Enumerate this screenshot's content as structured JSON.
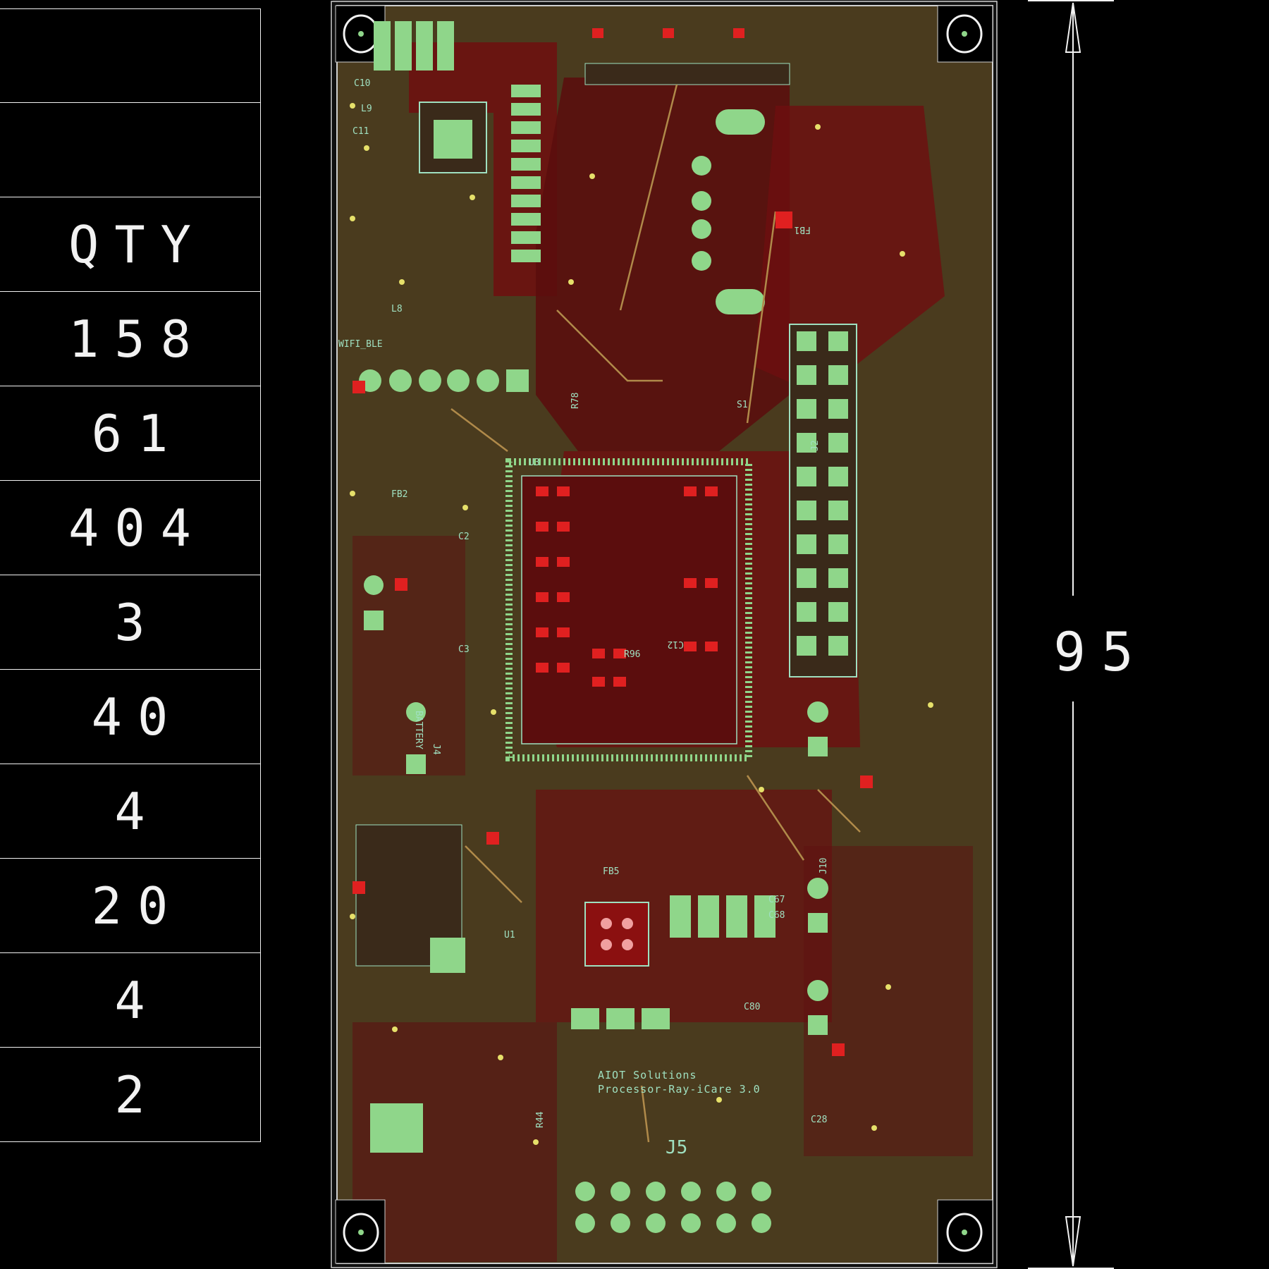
{
  "table": {
    "rows": [
      "",
      "",
      "QTY",
      "158",
      "61",
      "404",
      "3",
      "40",
      "4",
      "20",
      "4",
      "2"
    ]
  },
  "dimension": {
    "value": "95"
  },
  "board": {
    "company": "AIOT Solutions",
    "product": "Processor-Ray-iCare 3.0",
    "labels": [
      "WIFI_BLE",
      "BATTERY",
      "J5",
      "J4",
      "L8",
      "L9",
      "FB1",
      "FB2",
      "FB5",
      "C2",
      "C3",
      "C10",
      "C11",
      "C12",
      "S1",
      "U1",
      "U3",
      "R78",
      "J2",
      "J10",
      "R96",
      "C67",
      "C68",
      "C80",
      "C28",
      "R44"
    ],
    "colors": {
      "substrate": "#4a3b1e",
      "copper_top": "#6e0f0f",
      "pad_green": "#8fd68a",
      "pad_red": "#e02020",
      "silkscreen": "#9fe0c0",
      "via_yellow": "#e6e06a",
      "outline": "#cfcfcf"
    }
  }
}
